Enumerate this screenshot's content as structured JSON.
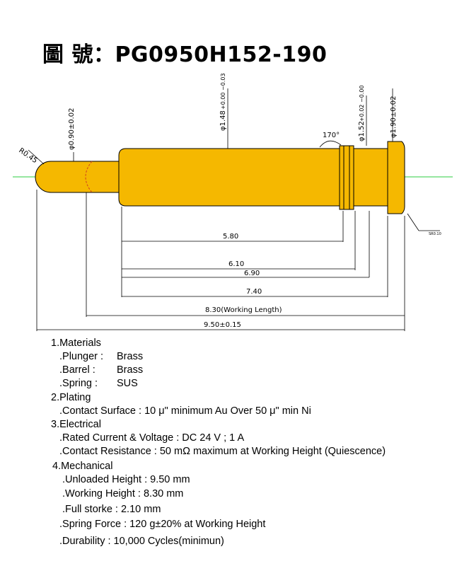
{
  "title": "圖 號：PG0950H152-190",
  "drawing": {
    "radius_label": "R0.45",
    "tip_dia": "φ0.90±0.02",
    "barrel_dia": "φ1.48+0.00 −0.03",
    "barrel_dia_main": "φ1.48",
    "barrel_dia_tol": "+0.00 −0.03",
    "groove_dia_main": "φ1.52",
    "groove_dia_tol": "+0.02 −0.00",
    "head_dia": "φ1.90±0.02",
    "angle": "170°",
    "small_note": "SR0.10",
    "dims": [
      "5.80",
      "6.10",
      "6.90",
      "7.40",
      "8.30(Working Length)",
      "9.50±0.15"
    ],
    "colors": {
      "body": "#F5B800",
      "outline": "#000000",
      "centerline": "#2ecc40",
      "hidden": "#d04020"
    }
  },
  "specs": {
    "materials": {
      "heading": "1.Materials",
      "plunger_label": ".Plunger :",
      "plunger_value": "Brass",
      "barrel_label": ".Barrel :",
      "barrel_value": "Brass",
      "spring_label": ".Spring :",
      "spring_value": "SUS"
    },
    "plating": {
      "heading": "2.Plating",
      "contact": ".Contact Surface : 10 μ\" minimum Au Over  50 μ\" min Ni"
    },
    "electrical": {
      "heading": "3.Electrical",
      "rated": ".Rated Current & Voltage : DC 24 V ; 1 A",
      "resistance": ".Contact Resistance : 50 mΩ  maximum at Working Height (Quiescence)"
    },
    "mechanical": {
      "heading": "4.Mechanical",
      "unloaded": ".Unloaded Height : 9.50 mm",
      "working": ".Working Height : 8.30 mm",
      "stroke": ".Full storke :    2.10  mm",
      "force": ".Spring Force : 120  g±20% at Working Height",
      "durability": ".Durability : 10,000  Cycles(minimun)"
    }
  }
}
